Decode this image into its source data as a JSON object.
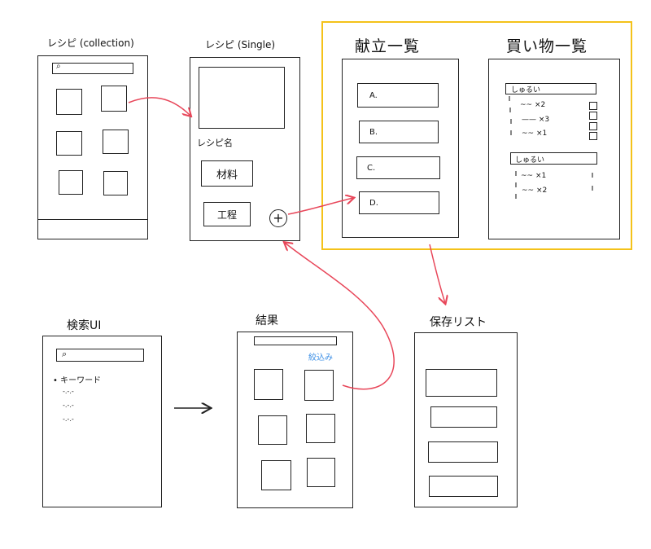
{
  "screens": {
    "collection": {
      "title": "レシピ (collection)"
    },
    "single": {
      "title": "レシピ (Single)",
      "recipe_name": "レシピ名",
      "ingredients": "材料",
      "steps": "工程",
      "add_symbol": "+"
    },
    "menu": {
      "title": "献立一覧",
      "items": [
        "A.",
        "B.",
        "C.",
        "D."
      ]
    },
    "shopping": {
      "title": "買い物一覧",
      "groups": [
        {
          "name": "しゅるい",
          "items": [
            "~~ ×2",
            "—— ×3",
            "~~ ×1"
          ]
        },
        {
          "name": "しゅるい",
          "items": [
            "~~ ×1",
            "~~ ×2"
          ]
        }
      ]
    },
    "search": {
      "title": "検索UI",
      "keyword_label": "キーワード",
      "placeholder_lines": [
        "-.-.-",
        "-.-.-",
        "-.-.-"
      ]
    },
    "results": {
      "title": "結果",
      "filter_label": "絞込み"
    },
    "saved": {
      "title": "保存リスト"
    }
  },
  "colors": {
    "arrow_red": "#e8475a",
    "highlight_yellow": "#f4c21a",
    "filter_blue": "#3a8ee6",
    "line": "#222222"
  }
}
